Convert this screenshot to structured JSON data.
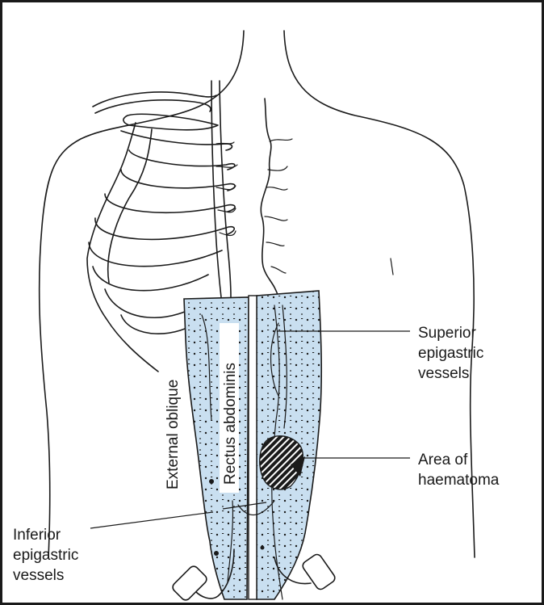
{
  "labels": {
    "superior": [
      "Superior",
      "epigastric",
      "vessels"
    ],
    "haematoma": [
      "Area of",
      "haematoma"
    ],
    "inferior": [
      "Inferior",
      "epigastric",
      "vessels"
    ],
    "external_oblique": "External oblique",
    "rectus_abdominis": "Rectus abdominis"
  },
  "colors": {
    "muscle_fill": "#c9dff0",
    "ink": "#1a1a1a",
    "background": "#ffffff"
  }
}
